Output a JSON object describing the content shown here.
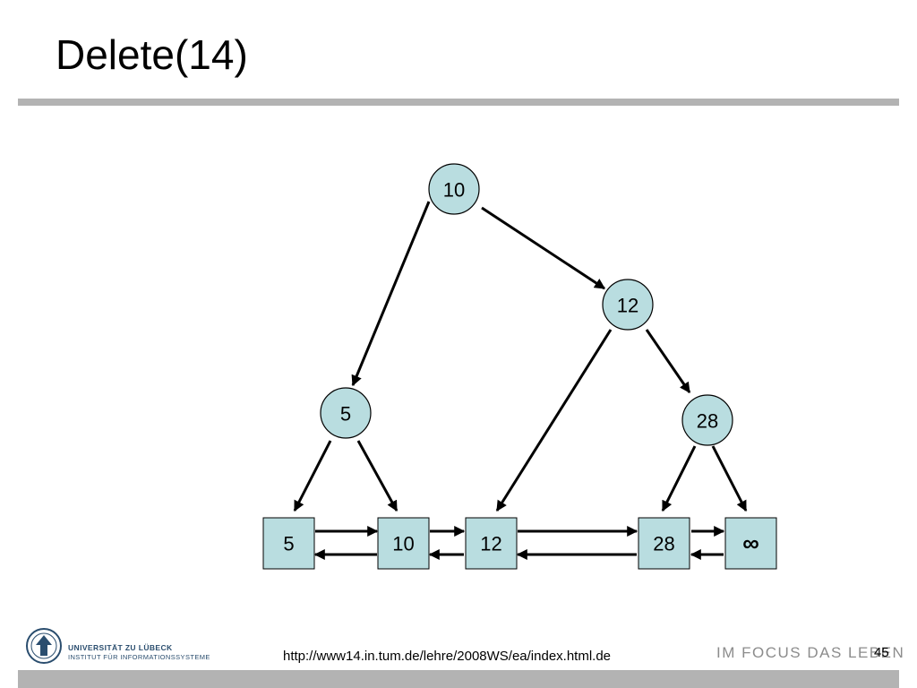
{
  "slide": {
    "title": "Delete(14)",
    "page_number": "45",
    "url": "http://www14.in.tum.de/lehre/2008WS/ea/index.html.de",
    "slogan": "IM FOCUS DAS LEBEN",
    "logo_line1": "UNIVERSITÄT ZU LÜBECK",
    "logo_line2": "INSTITUT FÜR INFORMATIONSSYSTEME"
  },
  "tree": {
    "inner_nodes": [
      "10",
      "12",
      "5",
      "28"
    ],
    "leaves": [
      "5",
      "10",
      "12",
      "28",
      "∞"
    ]
  }
}
